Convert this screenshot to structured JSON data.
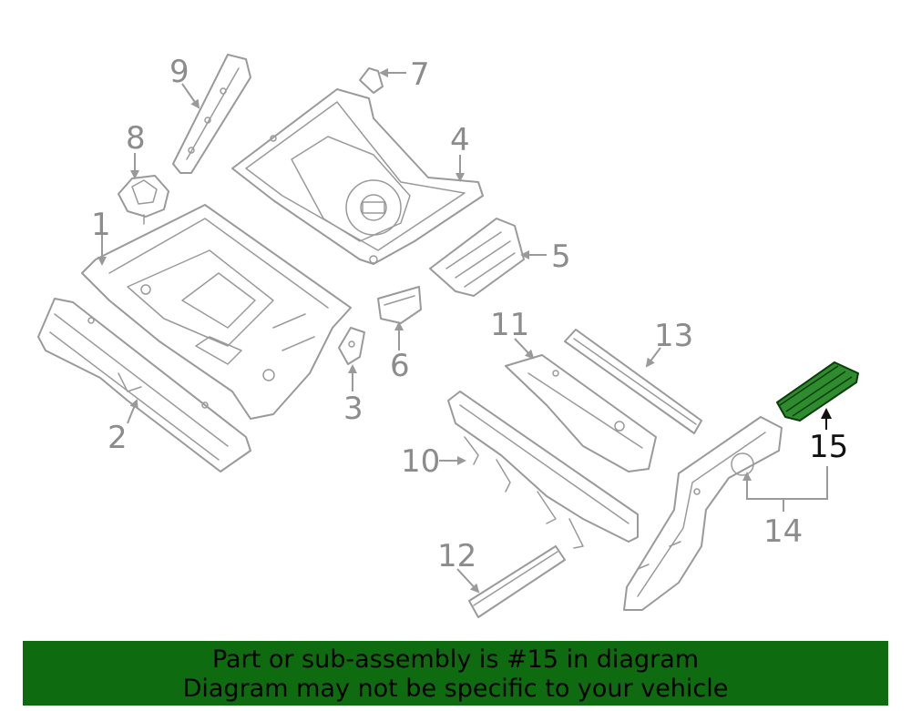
{
  "callouts": {
    "c1": "1",
    "c2": "2",
    "c3": "3",
    "c4": "4",
    "c5": "5",
    "c6": "6",
    "c7": "7",
    "c8": "8",
    "c9": "9",
    "c10": "10",
    "c11": "11",
    "c12": "12",
    "c13": "13",
    "c14": "14",
    "c15": "15"
  },
  "highlighted_part": "15",
  "banner": {
    "line1": "Part or sub-assembly is #15 in diagram",
    "line2": "Diagram may not be specific to your vehicle"
  },
  "colors": {
    "banner_bg": "#0f6b0f",
    "highlight": "#2e8b2e",
    "line_art": "#9a9a9a"
  }
}
